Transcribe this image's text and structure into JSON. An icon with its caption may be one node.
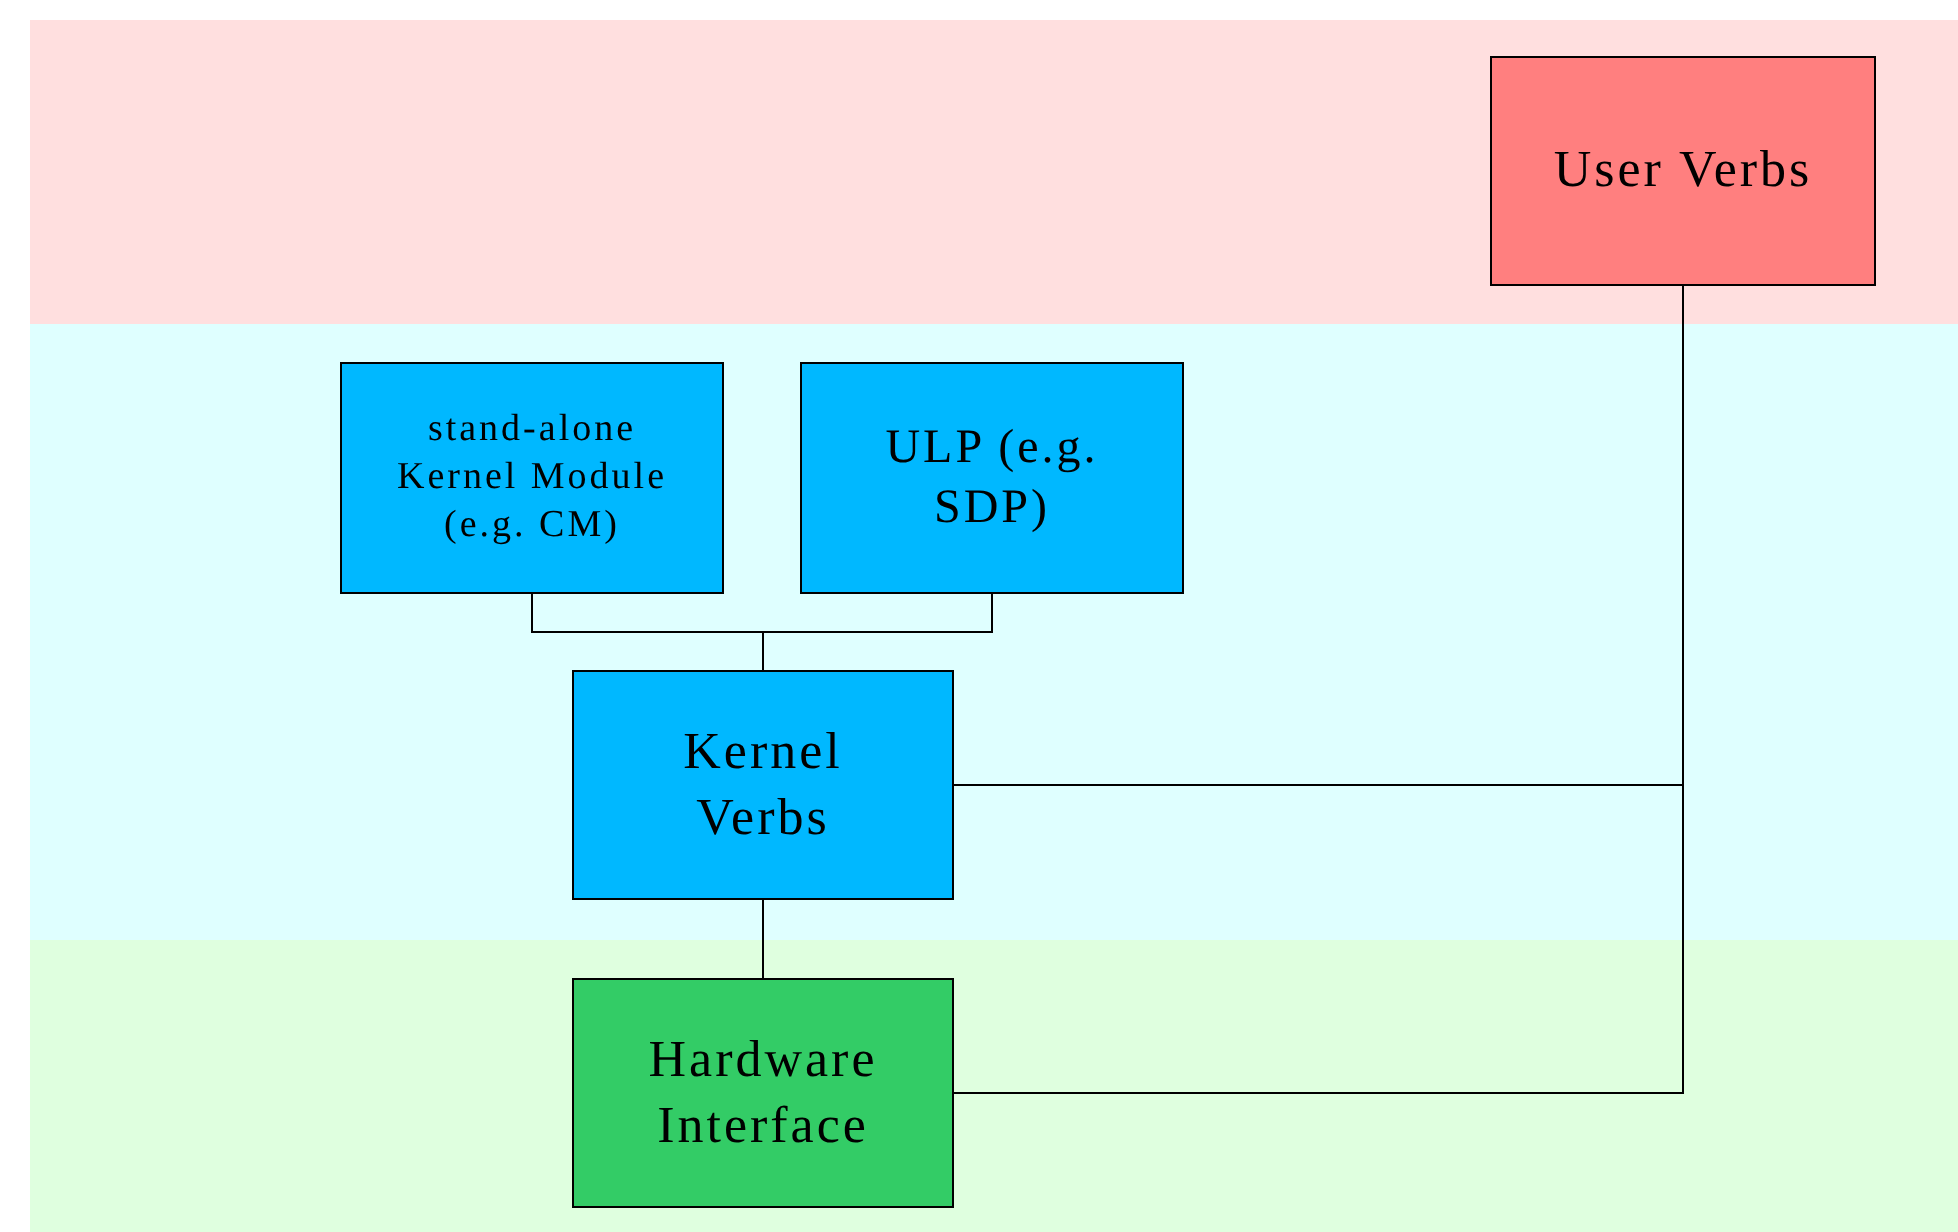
{
  "diagram": {
    "nodes": [
      {
        "text": [],
        "shape": "band"
      },
      {
        "text": [],
        "shape": "band"
      },
      {
        "text": [],
        "shape": "band"
      },
      {
        "text": [
          "User Verbs"
        ],
        "in": 0
      },
      {
        "text": [
          "stand-alone Kernel Module (e.g. CM)"
        ],
        "in": 1
      },
      {
        "text": [
          "ULP (e.g. SDP)"
        ],
        "in": 1
      },
      {
        "text": [
          "Kernel Verbs"
        ],
        "in": 1
      },
      {
        "text": [
          "Hardware Interface"
        ],
        "in": 2
      }
    ],
    "edges": [
      {
        "from": 4,
        "to": 6,
        "arrow": "none"
      },
      {
        "from": 5,
        "to": 6,
        "arrow": "none"
      },
      {
        "from": 6,
        "to": 7,
        "arrow": "none"
      },
      {
        "from": 3,
        "to": 6,
        "arrow": "none"
      },
      {
        "from": 3,
        "to": 7,
        "arrow": "none"
      }
    ]
  }
}
